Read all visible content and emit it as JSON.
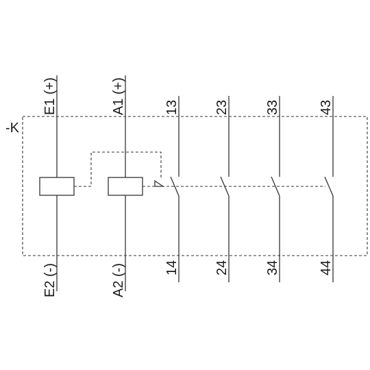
{
  "designator": "-K",
  "coils": [
    {
      "top_label": "E1 (+)",
      "bottom_label": "E2 (-)"
    },
    {
      "top_label": "A1 (+)",
      "bottom_label": "A2 (-)"
    }
  ],
  "contacts": [
    {
      "top_label": "13",
      "bottom_label": "14"
    },
    {
      "top_label": "23",
      "bottom_label": "24"
    },
    {
      "top_label": "33",
      "bottom_label": "34"
    },
    {
      "top_label": "43",
      "bottom_label": "44"
    }
  ],
  "colors": {
    "line": "#333333",
    "text": "#1a1a1a"
  }
}
